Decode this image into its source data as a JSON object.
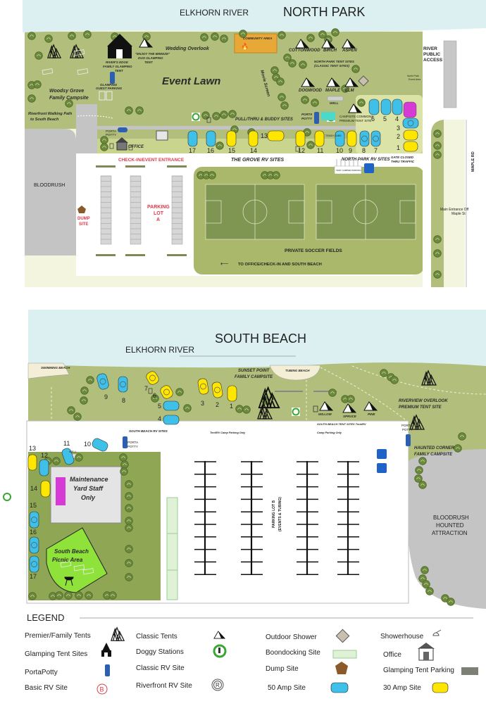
{
  "colors": {
    "river": "#dcf0f2",
    "grass": "#b2bf7c",
    "dark_grass": "#7f9552",
    "cream": "#f4f5df",
    "gray": "#c4c4c4",
    "amp50": "#3fc0e8",
    "amp30": "#ffe600",
    "magenta": "#d63bd6",
    "community": "#e8a838",
    "red_label": "#e0394a",
    "boondock": "#dff2d6",
    "dump": "#8a5a2b",
    "picnic": "#8ee23a"
  },
  "north_park": {
    "river": "ELKHORN RIVER",
    "title": "NORTH PARK",
    "labels": {
      "wedding_overlook": "Wedding Overlook",
      "event_lawn": "Event Lawn",
      "woodsy_grove_1": "Woodsy Grove",
      "woodsy_grove_2": "Family Campsite",
      "walking_path_1": "Riverfront Walking Path",
      "walking_path_2": "to South Beach",
      "rivers_edge_1": "RIVER'S EDGE",
      "rivers_edge_2": "FAMILY GLAMPING",
      "rivers_edge_3": "TENT",
      "breeze_1": "\"ENJOY THE BREEZE\"",
      "breeze_2": "DUO GLAMPING",
      "breeze_3": "TENT",
      "glamping_parking_1": "GLAMPING",
      "glamping_parking_2": "GUEST PARKING",
      "community_area": "COMMUNITY AREA",
      "cottonwood": "COTTONWOOD",
      "birch": "BIRCH",
      "aspen": "ASPEN",
      "tent_sites_1": "NORTH PARK TENT SITES",
      "tent_sites_2": "(CLASSIC TENT SITES)",
      "movie_screen": "Movie Screen",
      "dogwood": "DOGWOOD",
      "maple": "MAPLE",
      "elm": "ELM",
      "well": "WELL",
      "pull_thru": "PULL/THRU & BUDDY SITES",
      "porta_potty_1": "PORTA",
      "porta_potty_2": "POTTY",
      "commons_1": "CAMPSITE COMMONS",
      "commons_2": "PREMIUM TENT SITE",
      "porta_potty_office_1": "PORTA",
      "porta_potty_office_2": "POTTY",
      "office": "OFFICE",
      "trash_cans": "TRASH CANS",
      "river_access_1": "RIVER",
      "river_access_2": "PUBLIC",
      "river_access_3": "ACCESS",
      "north_park_event_1": "North Park",
      "north_park_event_2": "Event Area",
      "check_in": "CHECK-IN/EVENT ENTRANCE",
      "grove_rv": "THE GROVE RV SITES",
      "north_rv": "NORTH PARK RV SITES",
      "gate_1": "GATE CLOSED",
      "gate_2": "THRU TRAFFIC",
      "bloodrush": "BLOODRUSH",
      "dump_1": "DUMP",
      "dump_2": "SITE",
      "parking_1": "PARKING",
      "parking_2": "LOT",
      "parking_3": "A",
      "soccer": "PRIVATE SOCCER FIELDS",
      "to_office": "TO OFFICE/CHECK-IN AND SOUTH BEACH",
      "glamper_parking": "TENT CAMPER PARKING",
      "main_entrance_1": "Main Entrance Off",
      "main_entrance_2": "Maple St",
      "maple_rd": "MAPLE RD"
    },
    "rv_sites": [
      {
        "num": "1",
        "amp": "30",
        "riverfront": false
      },
      {
        "num": "2",
        "amp": "30",
        "riverfront": false
      },
      {
        "num": "3",
        "amp": "50",
        "riverfront": true
      },
      {
        "num": "4",
        "amp": "50",
        "riverfront": false
      },
      {
        "num": "5",
        "amp": "50",
        "riverfront": false
      },
      {
        "num": "6",
        "amp": "50",
        "riverfront": false
      },
      {
        "num": "7",
        "amp": "50",
        "riverfront": true
      },
      {
        "num": "8",
        "amp": "50",
        "riverfront": true
      },
      {
        "num": "9",
        "amp": "30",
        "riverfront": false
      },
      {
        "num": "10",
        "amp": "50",
        "riverfront": false
      },
      {
        "num": "11",
        "amp": "30",
        "riverfront": false
      },
      {
        "num": "12",
        "amp": "30",
        "riverfront": false
      },
      {
        "num": "13",
        "amp": "30",
        "riverfront": false
      },
      {
        "num": "14",
        "amp": "30",
        "riverfront": false
      },
      {
        "num": "15",
        "amp": "30",
        "riverfront": false
      },
      {
        "num": "16",
        "amp": "50",
        "riverfront": false
      },
      {
        "num": "17",
        "amp": "50",
        "riverfront": false
      }
    ]
  },
  "south_beach": {
    "title": "SOUTH BEACH",
    "river": "ELKHORN RIVER",
    "labels": {
      "swimming_beach": "SWIMMING BEACH",
      "tubing_beach": "TUBING BEACH",
      "sunset_1": "SUNSET POINT",
      "sunset_2": "FAMILY CAMPSITE",
      "willow": "WILLOW",
      "spruce": "SPRUCE",
      "pine": "PINE",
      "riverview_1": "RIVERVIEW OVERLOOK",
      "riverview_2": "PREMIUM TENT SITE",
      "tent_sites": "SOUTH BEACH TENT SITES Tent/RV",
      "rv_sites": "SOUTH BEACH RV SITES",
      "tent_rv_parking": "Tent/RV Camp Parking Only",
      "camp_parking": "Camp Parking Only",
      "porta_potty_right_1": "PORTA",
      "porta_potty_right_2": "POTTY",
      "porta_potty_left_1": "PORTA",
      "porta_potty_left_2": "POTTY",
      "well": "WELL",
      "haunted_1": "HAUNTED CORNER",
      "haunted_2": "FAMILY CAMPSITE",
      "maintenance_1": "Maintenance",
      "maintenance_2": "Yard Staff",
      "maintenance_3": "Only",
      "picnic_1": "South Beach",
      "picnic_2": "Picnic Area",
      "parking_lot_1": "PARKING LOT B",
      "parking_lot_2": "(EVENTS & TUBING)",
      "bloodrush_1": "BLOODRUSH",
      "bloodrush_2": "HOUNTED",
      "bloodrush_3": "ATTRACTION"
    },
    "rv_sites": [
      {
        "num": "1",
        "amp": "30",
        "riverfront": false
      },
      {
        "num": "2",
        "amp": "30",
        "riverfront": true
      },
      {
        "num": "3",
        "amp": "30",
        "riverfront": true
      },
      {
        "num": "4",
        "amp": "50",
        "riverfront": false
      },
      {
        "num": "5",
        "amp": "50",
        "riverfront": false
      },
      {
        "num": "6",
        "amp": "30",
        "riverfront": true
      },
      {
        "num": "7",
        "amp": "30",
        "riverfront": true
      },
      {
        "num": "8",
        "amp": "50",
        "riverfront": true
      },
      {
        "num": "9",
        "amp": "50",
        "riverfront": true
      },
      {
        "num": "10",
        "amp": "50",
        "riverfront": false
      },
      {
        "num": "11",
        "amp": "50",
        "riverfront": false
      },
      {
        "num": "12",
        "amp": "50",
        "riverfront": false
      },
      {
        "num": "13",
        "amp": "30",
        "riverfront": false
      },
      {
        "num": "14",
        "amp": "30",
        "riverfront": false
      },
      {
        "num": "15",
        "amp": "50",
        "riverfront": true
      },
      {
        "num": "16",
        "amp": "50",
        "riverfront": true
      },
      {
        "num": "17",
        "amp": "50",
        "riverfront": true
      }
    ]
  },
  "legend": {
    "title": "LEGEND",
    "items": [
      {
        "label": "Premier/Family Tents",
        "icon": "premier-tent-icon"
      },
      {
        "label": "Glamping Tent Sites",
        "icon": "glamping-tent-icon"
      },
      {
        "label": "PortaPotty",
        "icon": "porta-potty-icon"
      },
      {
        "label": "Basic RV Site",
        "icon": "basic-rv-icon"
      },
      {
        "label": "Classic Tents",
        "icon": "classic-tent-icon"
      },
      {
        "label": "Doggy Stations",
        "icon": "doggy-station-icon"
      },
      {
        "label": "Classic RV Site",
        "icon": ""
      },
      {
        "label": "Riverfront RV Site",
        "icon": "riverfront-rv-icon"
      },
      {
        "label": "Outdoor Shower",
        "icon": "outdoor-shower-icon"
      },
      {
        "label": "Boondocking Site",
        "icon": "boondocking-icon"
      },
      {
        "label": "Dump Site",
        "icon": "dump-site-icon"
      },
      {
        "label": "50 Amp Site",
        "icon": "amp50-icon"
      },
      {
        "label": "Showerhouse",
        "icon": "showerhouse-icon"
      },
      {
        "label": "Office",
        "icon": "office-icon"
      },
      {
        "label": "Glamping Tent Parking",
        "icon": "glamping-parking-icon"
      },
      {
        "label": "30 Amp Site",
        "icon": "amp30-icon"
      }
    ],
    "basic_rv_letter": "B"
  }
}
